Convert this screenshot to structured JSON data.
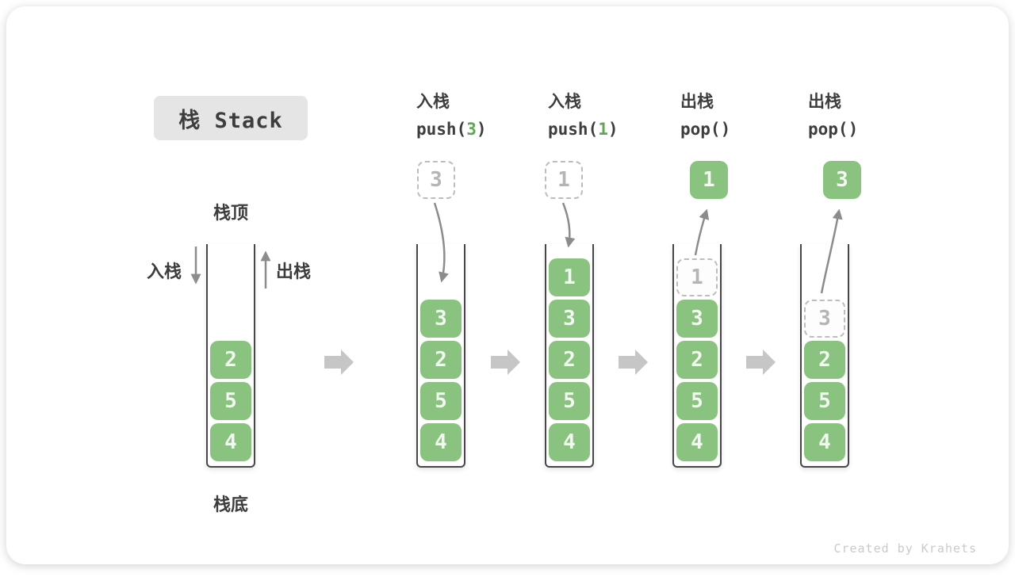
{
  "title": "栈 Stack",
  "watermark": "Created by Krahets",
  "stack_labels": {
    "top": "栈顶",
    "bottom": "栈底",
    "push": "入栈",
    "pop": "出栈"
  },
  "operations": [
    {
      "name": "入栈",
      "code_pre": "push(",
      "code_arg": "3",
      "code_post": ")"
    },
    {
      "name": "入栈",
      "code_pre": "push(",
      "code_arg": "1",
      "code_post": ")"
    },
    {
      "name": "出栈",
      "code_pre": "pop()",
      "code_arg": "",
      "code_post": ""
    },
    {
      "name": "出栈",
      "code_pre": "pop()",
      "code_arg": "",
      "code_post": ""
    }
  ],
  "stacks": [
    {
      "cells": [
        "2",
        "5",
        "4"
      ]
    },
    {
      "cells": [
        "3",
        "2",
        "5",
        "4"
      ],
      "incoming": "3"
    },
    {
      "cells": [
        "1",
        "3",
        "2",
        "5",
        "4"
      ],
      "incoming": "1"
    },
    {
      "cells": [
        "3",
        "2",
        "5",
        "4"
      ],
      "ghost": "1",
      "outgoing": "1"
    },
    {
      "cells": [
        "2",
        "5",
        "4"
      ],
      "ghost": "3",
      "outgoing": "3"
    }
  ],
  "colors": {
    "cell_green": "#8ac27f",
    "cell_text": "#f4f8f2",
    "code_green": "#62a555",
    "ink": "#3d3d3d",
    "ghost_border": "#bdbdbd",
    "ghost_text": "#b5b5b5",
    "thin_arrow": "#8c8c8c",
    "block_arrow": "#c6c6c6",
    "badge_bg": "#e5e5e5",
    "watermark": "#cacaca",
    "container_stroke": "#474747"
  }
}
